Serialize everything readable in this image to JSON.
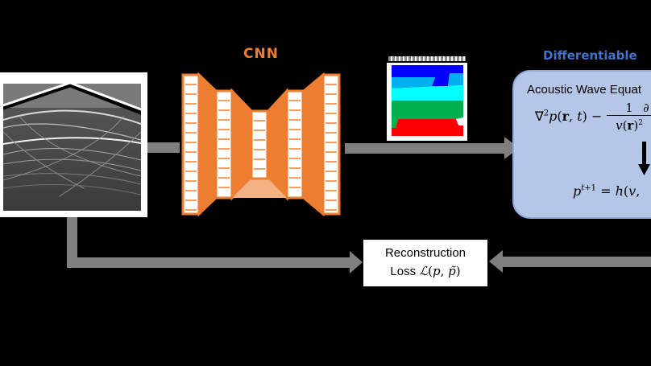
{
  "cnn": {
    "label": "CNN"
  },
  "physics": {
    "title": "Differentiable",
    "wave_equation_label": "Acoustic Wave Equat",
    "update_rule": "p^{t+1} = h(v,"
  },
  "loss": {
    "line1": "Reconstruction",
    "line2_prefix": "Loss "
  },
  "colors": {
    "cnn_orange": "#ED7D31",
    "physics_fill": "#B4C7E7",
    "physics_title": "#4472C4",
    "arrow_gray": "#7F7F7F",
    "background": "#000000"
  },
  "velocity_map_layers": [
    "#0000FF",
    "#00B0F0",
    "#00FFFF",
    "#00B050",
    "#FF0000"
  ]
}
